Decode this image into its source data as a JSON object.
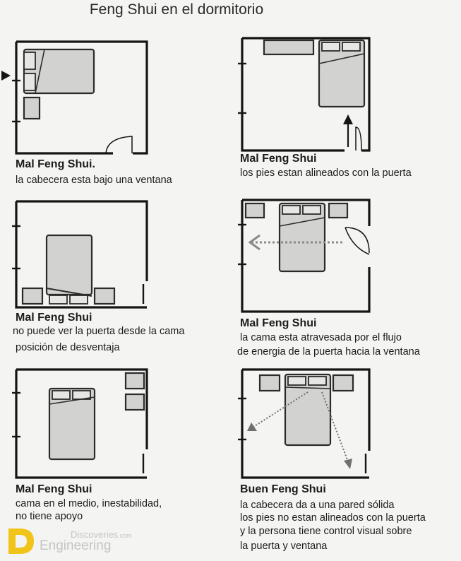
{
  "title": "Feng Shui en el dormitorio",
  "panels": [
    {
      "heading": "Mal Feng Shui.",
      "lines": [
        "la cabecera esta bajo una ventana"
      ]
    },
    {
      "heading": "Mal Feng Shui",
      "lines": [
        "los pies estan alineados con la puerta"
      ]
    },
    {
      "heading": "Mal Feng Shui",
      "lines": [
        "no puede ver la puerta desde la cama",
        "posición de desventaja"
      ]
    },
    {
      "heading": "Mal Feng Shui",
      "lines": [
        "la cama esta atravesada por el flujo",
        "de energia de la puerta hacia la ventana"
      ]
    },
    {
      "heading": "Mal Feng Shui",
      "lines": [
        "cama en el medio, inestabilidad,",
        "no tiene apoyo"
      ]
    },
    {
      "heading": "Buen Feng Shui",
      "lines": [
        "la cabecera da a una pared sólida",
        "los pies no estan alineados con la puerta",
        "y la persona tiene control visual sobre",
        "la puerta y ventana"
      ]
    }
  ],
  "watermark": {
    "site": "Discoveries",
    "tld": ".com",
    "name": "Engineering"
  },
  "colors": {
    "wall": "#151515",
    "furniture": "#d2d2d0",
    "energy_flow": "#8a8a8a",
    "logo": "#f0c419"
  }
}
